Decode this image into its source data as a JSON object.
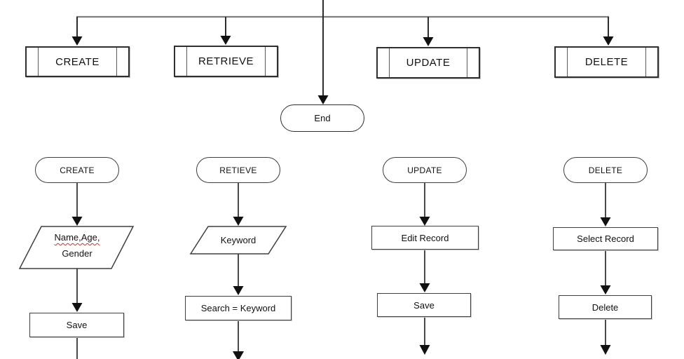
{
  "colors": {
    "top_connector": "#7f7f7f",
    "connector": "#4a4a4a",
    "arrowhead": "#111111",
    "shape_border": "#3f3f3f",
    "text": "#111111",
    "spellcheck_underline": "#d22d21"
  },
  "top_row": {
    "create_label": "CREATE",
    "retrieve_label": "RETRIEVE",
    "update_label": "UPDATE",
    "delete_label": "DELETE"
  },
  "terminator": {
    "end_label": "End"
  },
  "flows": {
    "create": {
      "start_label": "CREATE",
      "input_line1": "Name,Age,",
      "input_line2": "Gender",
      "step1_label": "Save"
    },
    "retrieve": {
      "start_label": "RETIEVE",
      "input_label": "Keyword",
      "step1_label": "Search = Keyword"
    },
    "update": {
      "start_label": "UPDATE",
      "step1_label": "Edit Record",
      "step2_label": "Save"
    },
    "delete": {
      "start_label": "DELETE",
      "step1_label": "Select Record",
      "step2_label": "Delete"
    }
  }
}
